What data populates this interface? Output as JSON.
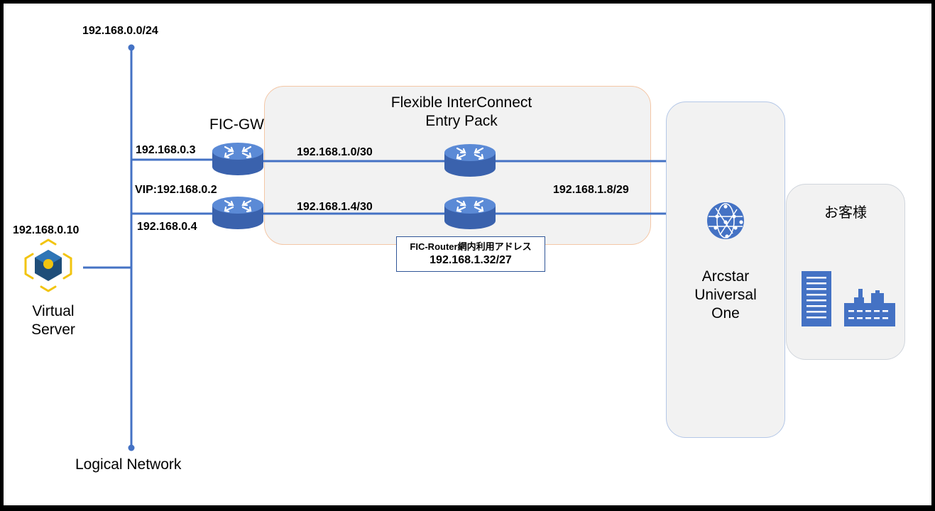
{
  "subnets": {
    "logical": "192.168.0.0/24",
    "fic_gw_upper": "192.168.0.3",
    "vip": "VIP:192.168.0.2",
    "fic_gw_lower": "192.168.0.4",
    "virtual_server_ip": "192.168.0.10",
    "link_upper": "192.168.1.0/30",
    "link_lower": "192.168.1.4/30",
    "arcstar_link": "192.168.1.8/29",
    "fic_router_caption": "FIC-Router網内利用アドレス",
    "fic_router_range": "192.168.1.32/27"
  },
  "labels": {
    "fic_gw": "FIC-GW",
    "fic_line1": "Flexible InterConnect",
    "fic_line2": "Entry Pack",
    "arcstar_line1": "Arcstar",
    "arcstar_line2": "Universal",
    "arcstar_line3": "One",
    "customer": "お客様",
    "virtual_server_line1": "Virtual",
    "virtual_server_line2": "Server",
    "logical_network": "Logical Network"
  },
  "colors": {
    "line": "#4472c4",
    "router_fill": "#4a73c4",
    "router_top": "#5b8ad6",
    "server_yellow": "#f2c40f",
    "server_blue": "#1f4e79",
    "building": "#4472c4"
  },
  "icons": {
    "router": "router-icon",
    "globe": "globe-icon",
    "server": "virtual-server-icon",
    "office": "office-building-icon",
    "factory": "factory-icon"
  }
}
